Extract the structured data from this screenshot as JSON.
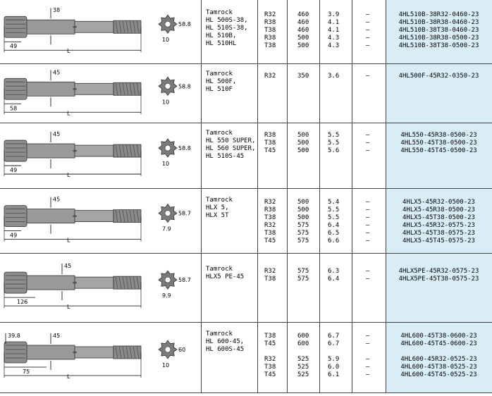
{
  "rows": [
    {
      "models": [
        "Tamrock",
        "HL 500S-38,",
        "HL 510S-38,",
        "HL 510B,",
        "HL 510HL"
      ],
      "threads": [
        "R32",
        "R38",
        "T38",
        "R38",
        "T38"
      ],
      "lengths": [
        "460",
        "460",
        "460",
        "500",
        "500"
      ],
      "weights": [
        "3.9",
        "4.1",
        "4.1",
        "4.3",
        "4.3"
      ],
      "dashes": [
        "–",
        "–",
        "–",
        "–",
        "–"
      ],
      "parts": [
        "4HL510B-38R32-0460-23",
        "4HL510B-38R38-0460-23",
        "4HL510B-38T38-0460-23",
        "4HL510B-38R38-0500-23",
        "4HL510B-38T38-0500-23"
      ],
      "dims": {
        "top": "38",
        "left": "49",
        "len": "L",
        "dia": "58.8",
        "spline": "10"
      }
    },
    {
      "models": [
        "Tamrock",
        "HL 500F,",
        "HL 510F"
      ],
      "threads": [
        "R32"
      ],
      "lengths": [
        "350"
      ],
      "weights": [
        "3.6"
      ],
      "dashes": [
        "–"
      ],
      "parts": [
        "4HL500F-45R32-0350-23"
      ],
      "dims": {
        "top": "45",
        "left": "58",
        "len": "L",
        "dia": "58.8",
        "spline": "10"
      }
    },
    {
      "models": [
        "Tamrock",
        "HL 550 SUPER,",
        "HL 560 SUPER,",
        "HL 510S-45"
      ],
      "threads": [
        "R38",
        "T38",
        "T45"
      ],
      "lengths": [
        "500",
        "500",
        "500"
      ],
      "weights": [
        "5.5",
        "5.5",
        "5.6"
      ],
      "dashes": [
        "–",
        "–",
        "–"
      ],
      "parts": [
        "4HL550-45R38-0500-23",
        "4HL550-45T38-0500-23",
        "4HL550-45T45-0500-23"
      ],
      "dims": {
        "top": "45",
        "left": "49",
        "len": "L",
        "dia": "58.8",
        "spline": "10"
      }
    },
    {
      "models": [
        "Tamrock",
        "HLX 5,",
        "HLX 5T"
      ],
      "threads": [
        "R32",
        "R38",
        "T38",
        "R32",
        "T38",
        "T45"
      ],
      "lengths": [
        "500",
        "500",
        "500",
        "575",
        "575",
        "575"
      ],
      "weights": [
        "5.4",
        "5.5",
        "5.5",
        "6.4",
        "6.5",
        "6.6"
      ],
      "dashes": [
        "–",
        "–",
        "–",
        "–",
        "–",
        "–"
      ],
      "parts": [
        "4HLX5-45R32-0500-23",
        "4HLX5-45R38-0500-23",
        "4HLX5-45T38-0500-23",
        "4HLX5-45R32-0575-23",
        "4HLX5-45T38-0575-23",
        "4HLX5-45T45-0575-23"
      ],
      "dims": {
        "top": "45",
        "left": "49",
        "len": "L",
        "dia": "58.7",
        "spline": "7.9"
      }
    },
    {
      "models": [
        "Tamrock",
        "HLX5 PE-45"
      ],
      "threads": [
        "R32",
        "T38"
      ],
      "lengths": [
        "575",
        "575"
      ],
      "weights": [
        "6.3",
        "6.4"
      ],
      "dashes": [
        "–",
        "–"
      ],
      "parts": [
        "4HLX5PE-45R32-0575-23",
        "4HLX5PE-45T38-0575-23"
      ],
      "dims": {
        "top": "45",
        "left": "126",
        "len": "L",
        "dia": "58.7",
        "spline": "9.9"
      }
    },
    {
      "models": [
        "Tamrock",
        "HL 600-45,",
        "HL 600S-45"
      ],
      "threads": [
        "T38",
        "T45",
        "",
        "R32",
        "T38",
        "T45"
      ],
      "lengths": [
        "600",
        "600",
        "",
        "525",
        "525",
        "525"
      ],
      "weights": [
        "6.7",
        "6.7",
        "",
        "5.9",
        "6.0",
        "6.1"
      ],
      "dashes": [
        "–",
        "–",
        "",
        "–",
        "–",
        "–"
      ],
      "parts": [
        "4HL600-45T38-0600-23",
        "4HL600-45T45-0600-23",
        "",
        "4HL600-45R32-0525-23",
        "4HL600-45T38-0525-23",
        "4HL600-45T45-0525-23"
      ],
      "dims": {
        "top": "45",
        "top2": "39.8",
        "left": "75",
        "len": "L",
        "dia": "60",
        "spline": "10"
      }
    }
  ]
}
